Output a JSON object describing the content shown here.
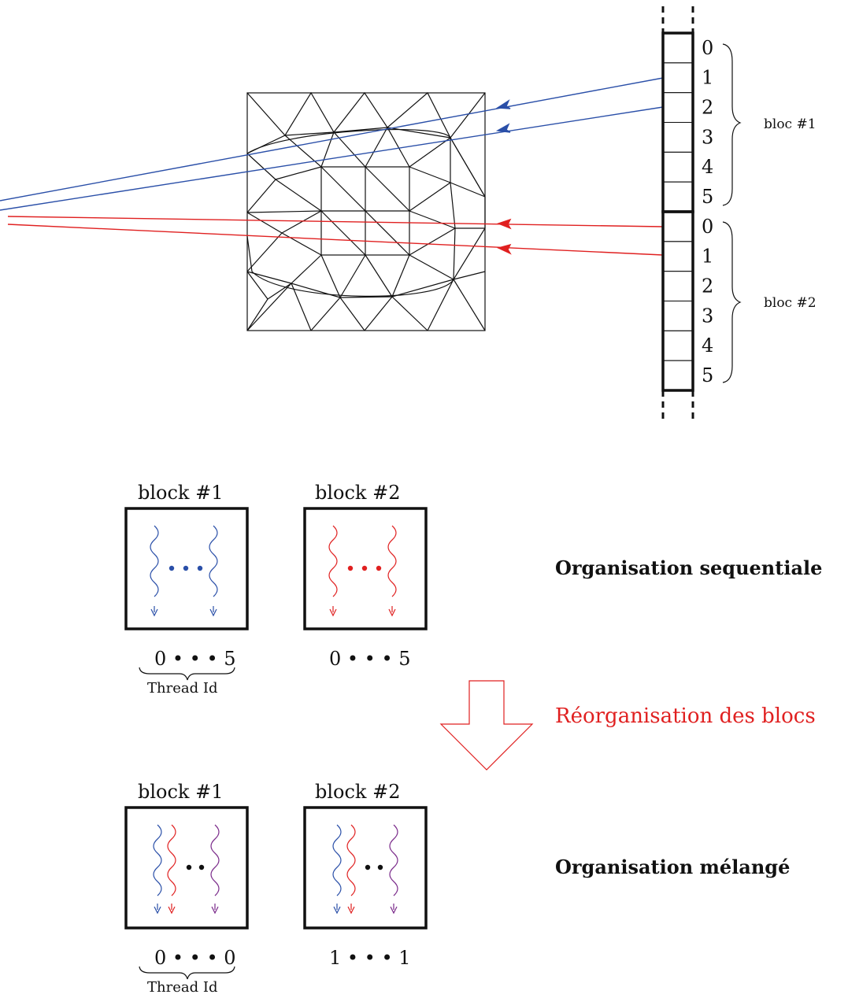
{
  "detector": {
    "cell_indices": [
      "0",
      "1",
      "2",
      "3",
      "4",
      "5",
      "0",
      "1",
      "2",
      "3",
      "4",
      "5"
    ],
    "bloc_labels": [
      "bloc #1",
      "bloc #2"
    ]
  },
  "sequential": {
    "block_titles": [
      "block #1",
      "block #2"
    ],
    "ranges": [
      "0 • • • 5",
      "0 • • • 5"
    ],
    "thread_id_label": "Thread Id",
    "heading": "Organisation sequentiale"
  },
  "transition_label": "Réorganisation des blocs",
  "mixed": {
    "block_titles": [
      "block #1",
      "block #2"
    ],
    "ranges": [
      "0 • • • 0",
      "1 • • • 1"
    ],
    "thread_id_label": "Thread Id",
    "heading": "Organisation mélangé"
  },
  "colors": {
    "blue": "#2a4fa8",
    "red": "#e02020",
    "purple": "#7a2a8a",
    "black": "#111111"
  }
}
